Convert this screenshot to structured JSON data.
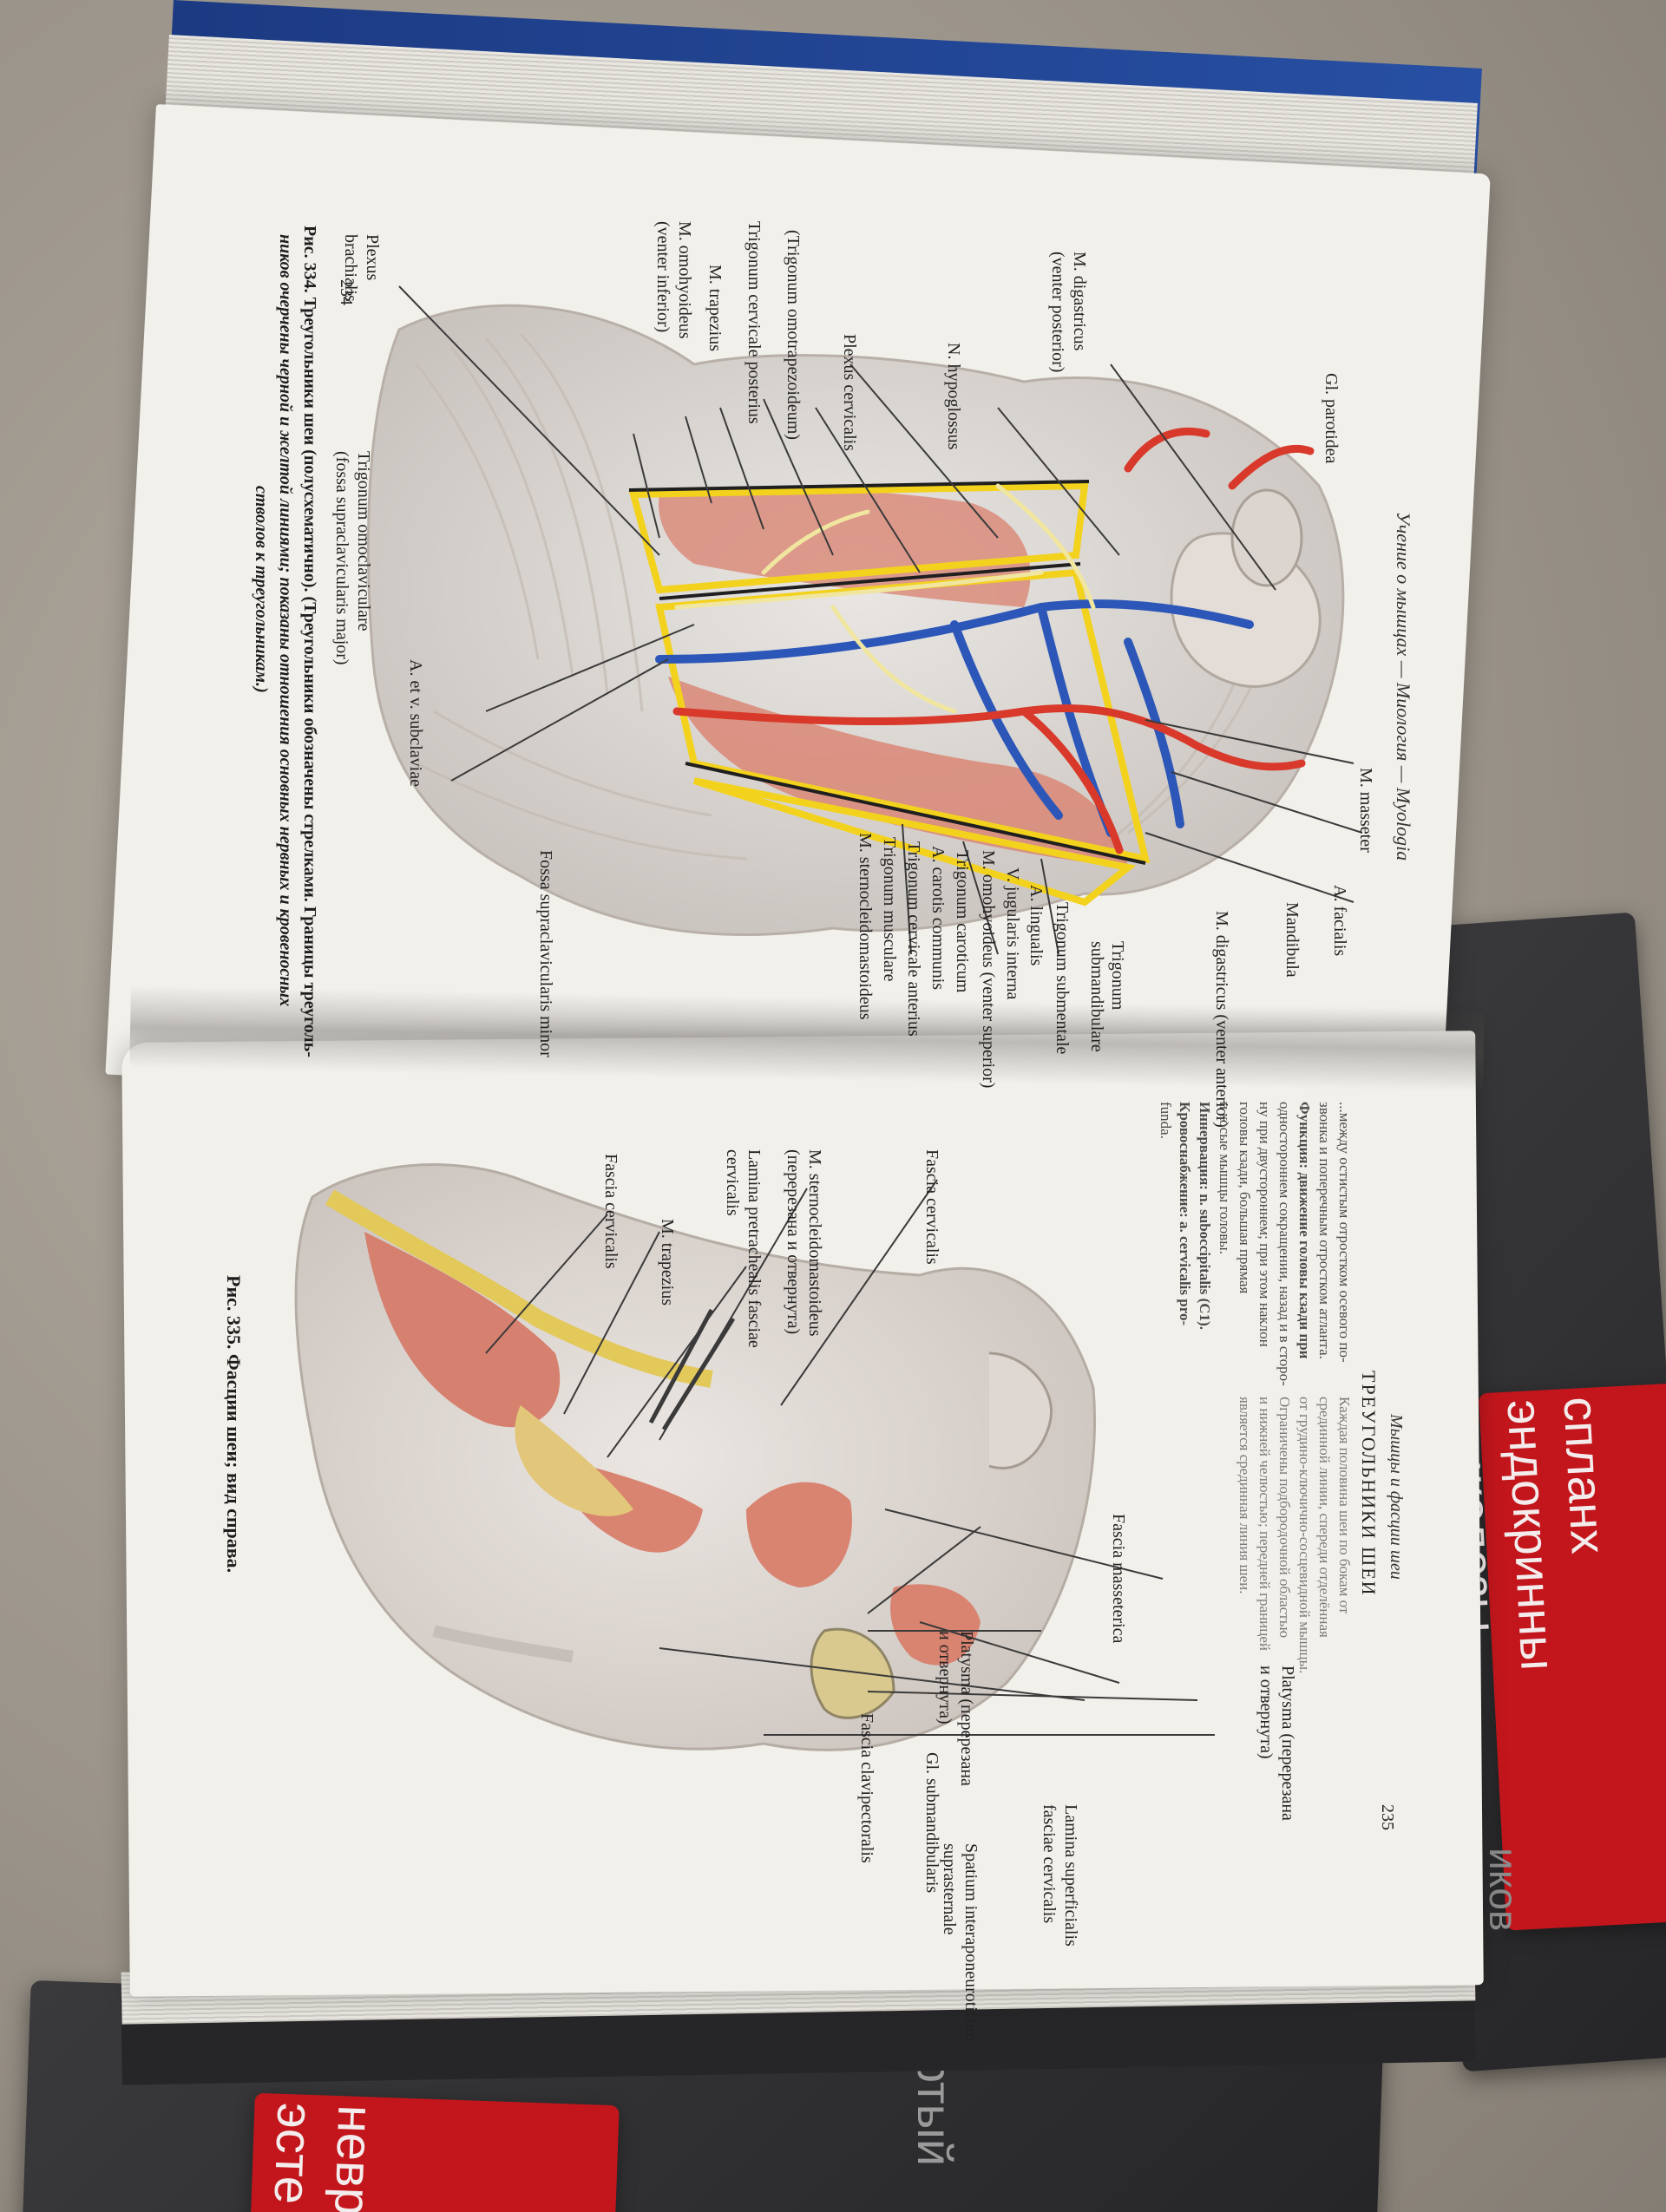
{
  "books": {
    "red_right": {
      "title_line1": "спланх",
      "title_line2": "эндокринны",
      "title_line3": "железы",
      "fragment": "иков"
    },
    "dark_right": {
      "fragment": ""
    },
    "bottom": {
      "title_line1": "невр",
      "title_line2": "эсте",
      "fragment": "ртый"
    }
  },
  "left_page": {
    "page_number": "234",
    "running_head": "Учение о мышцах — Миология — Myologia",
    "labels": {
      "gl_parotidea": "Gl. parotidea",
      "m_masseter": "M. masseter",
      "a_facialis": "A. facialis",
      "mandibula": "Mandibula",
      "m_digastricus_anterior": "M. digastricus (venter anterior)",
      "trigonum_submandibulare": "Trigonum submandibulare",
      "trigonum_submentale": "Trigonum submentale",
      "a_lingualis": "A. lingualis",
      "v_jugularis_interna": "V. jugularis interna",
      "m_omohyoideus_superior": "M. omohyoideus (venter superior)",
      "trigonum_caroticum": "Trigonum caroticum",
      "a_carotis_communis": "A. carotis communis",
      "trigonum_cervicale_anterius": "Trigonum cervicale anterius",
      "trigonum_musculare": "Trigonum musculare",
      "m_sternocleidomastoideus": "M. sternocleidomastoideus",
      "fossa_supraclavicularis_minor": "Fossa supraclavicularis minor",
      "a_et_v_subclaviae": "A. et v. subclaviae",
      "m_digastricus_posterior_1": "M. digastricus",
      "m_digastricus_posterior_2": "(venter posterior)",
      "n_hypoglossus": "N. hypoglossus",
      "plexus_cervicalis": "Plexus cervicalis",
      "trigonum_omotrapezoideum": "(Trigonum omotrapezoideum)",
      "trigonum_cervicale_posterius": "Trigonum cervicale posterius",
      "m_trapezius": "M. trapezius",
      "m_omohyoideus_inferior_1": "M. omohyoideus",
      "m_omohyoideus_inferior_2": "(venter inferior)",
      "plexus_brachialis_1": "Plexus",
      "plexus_brachialis_2": "brachialis",
      "trigonum_omoclaviculare_1": "Trigonum omoclaviculare",
      "trigonum_omoclaviculare_2": "(fossa supraclavicularis major)"
    },
    "caption_line1": "Рис. 334. Треугольники шеи (полусхематично). (Треугольники обозначены стрелками. Границы треуголь-",
    "caption_line2": "ников очерчены черной и желтой линиями; показаны отношения основных нервных и кровеносных",
    "caption_line3": "стволов к треугольникам.)"
  },
  "right_page": {
    "page_number": "235",
    "running_head": "Мышцы и фасции шеи",
    "section_title": "ТРЕУГОЛЬНИКИ ШЕИ",
    "col_left_text": [
      "...между остистым отростком осевого по-",
      "звонка и поперечным отростком атланта.",
      "Функция: движение головы кзади при",
      "одностороннем сокращении, назад и в сторо-",
      "ну при двустороннем; при этом наклон",
      "головы кзади, большая прямая",
      "и косые мышцы головы.",
      "Иннервация: n. suboccipitalis (C1).",
      "Кровоснабжение: a. cervicalis pro-",
      "funda."
    ],
    "col_right_text": [
      "Каждая половина шеи по бокам от",
      "срединной линии, спереди отделённая",
      "от грудино-ключично-сосцевидной мышцы.",
      "Ограничены подбородочной областью",
      "и нижней челюстью; передней границей",
      "является срединная линия шеи."
    ],
    "labels": {
      "fascia_masseterica": "Fascia masseterica",
      "fascia_cervicalis_1": "Fascia cervicalis",
      "m_scm_1": "M. sternocleidomastoideus",
      "m_scm_2": "(перерезана и отвернута)",
      "lamina_pretrachealis_1": "Lamina pretrachealis fasciae",
      "lamina_pretrachealis_2": "cervicalis",
      "m_trapezius": "M. trapezius",
      "fascia_cervicalis_2": "Fascia cervicalis",
      "platysma_top_1": "Platysma (перерезана",
      "platysma_top_2": "и отвернута)",
      "gl_submandibularis": "Gl. submandibularis",
      "platysma_1": "Platysma (перерезана",
      "platysma_2": "и отвернута)",
      "fascia_clavipectoralis": "Fascia clavipectoralis",
      "lamina_superficialis_1": "Lamina superficialis",
      "lamina_superficialis_2": "fasciae cervicalis",
      "spatium_1": "Spatium interaponeuroticum",
      "spatium_2": "suprasternale"
    },
    "caption": "Рис. 335. Фасции шеи; вид справа."
  },
  "colors": {
    "background": "#9c958c",
    "page": "#f2f0eb",
    "red_cover": "#c3161c",
    "blue_cover": "#1c3a82",
    "artery": "#d8392a",
    "vein": "#2c57b8",
    "nerve": "#f0e6a0",
    "yellow_line": "#f3d21e",
    "muscle": "#d87d70",
    "skin": "#ddd7d2"
  }
}
